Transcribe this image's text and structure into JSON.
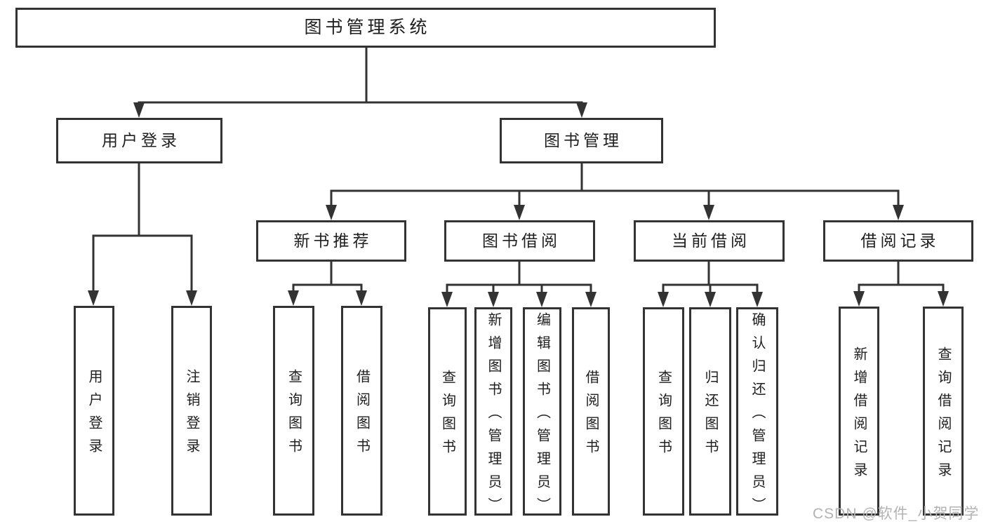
{
  "diagram": {
    "root_label": "图书管理系统",
    "user_login_branch": {
      "label": "用户登录",
      "children": [
        "用户登录",
        "注销登录"
      ]
    },
    "book_mgmt_branch": {
      "label": "图书管理",
      "groups": [
        {
          "label": "新书推荐",
          "children": [
            "查询图书",
            "借阅图书"
          ]
        },
        {
          "label": "图书借阅",
          "children": [
            "查询图书",
            "新增图书（管理员）",
            "编辑图书（管理员）",
            "借阅图书"
          ]
        },
        {
          "label": "当前借阅",
          "children": [
            "查询图书",
            "归还图书",
            "确认归还（管理员）"
          ]
        },
        {
          "label": "借阅记录",
          "children": [
            "新增借阅记录",
            "查询借阅记录"
          ]
        }
      ]
    }
  },
  "colors": {
    "line": "#333333",
    "text": "#1f1f1f",
    "watermark": "#b3b3b3",
    "background": "#ffffff"
  },
  "watermark": "CSDN @软件_小贺同学"
}
